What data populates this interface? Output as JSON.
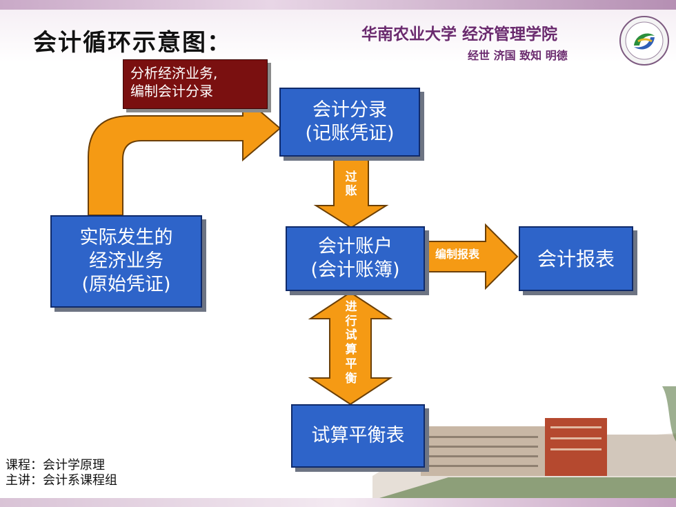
{
  "header": {
    "title": "会计循环示意图：",
    "university": "华南农业大学 经济管理学院",
    "motto": "经世 济国 致知 明德"
  },
  "note": {
    "line1": "分析经济业务,",
    "line2": "编制会计分录"
  },
  "nodes": {
    "source": {
      "line1": "实际发生的",
      "line2": "经济业务",
      "line3": "(原始凭证)"
    },
    "journal": {
      "line1": "会计分录",
      "line2": "(记账凭证)"
    },
    "ledger": {
      "line1": "会计账户",
      "line2": "(会计账簿)"
    },
    "report": {
      "label": "会计报表"
    },
    "trial": {
      "label": "试算平衡表"
    }
  },
  "edges": {
    "posting": [
      "过",
      "账"
    ],
    "prepare_report": "编制报表",
    "trial_balance": [
      "进",
      "行",
      "试",
      "算",
      "平",
      "衡"
    ]
  },
  "footer": {
    "course": "课程：会计学原理",
    "lecturer": "主讲：会计系课程组"
  },
  "colors": {
    "box_fill": "#2e64c9",
    "arrow_fill": "#f59a14",
    "note_fill": "#7a1010",
    "title_color": "#111111",
    "brand_color": "#6a2a6e"
  }
}
